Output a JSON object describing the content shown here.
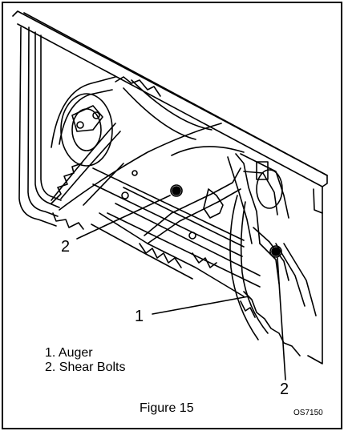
{
  "callouts": {
    "shear_bolt_upper": "2",
    "auger": "1",
    "shear_bolt_lower": "2"
  },
  "legend": {
    "item1": "1.  Auger",
    "item2": "2.  Shear Bolts"
  },
  "caption": "Figure 15",
  "drawing_code": "OS7150"
}
